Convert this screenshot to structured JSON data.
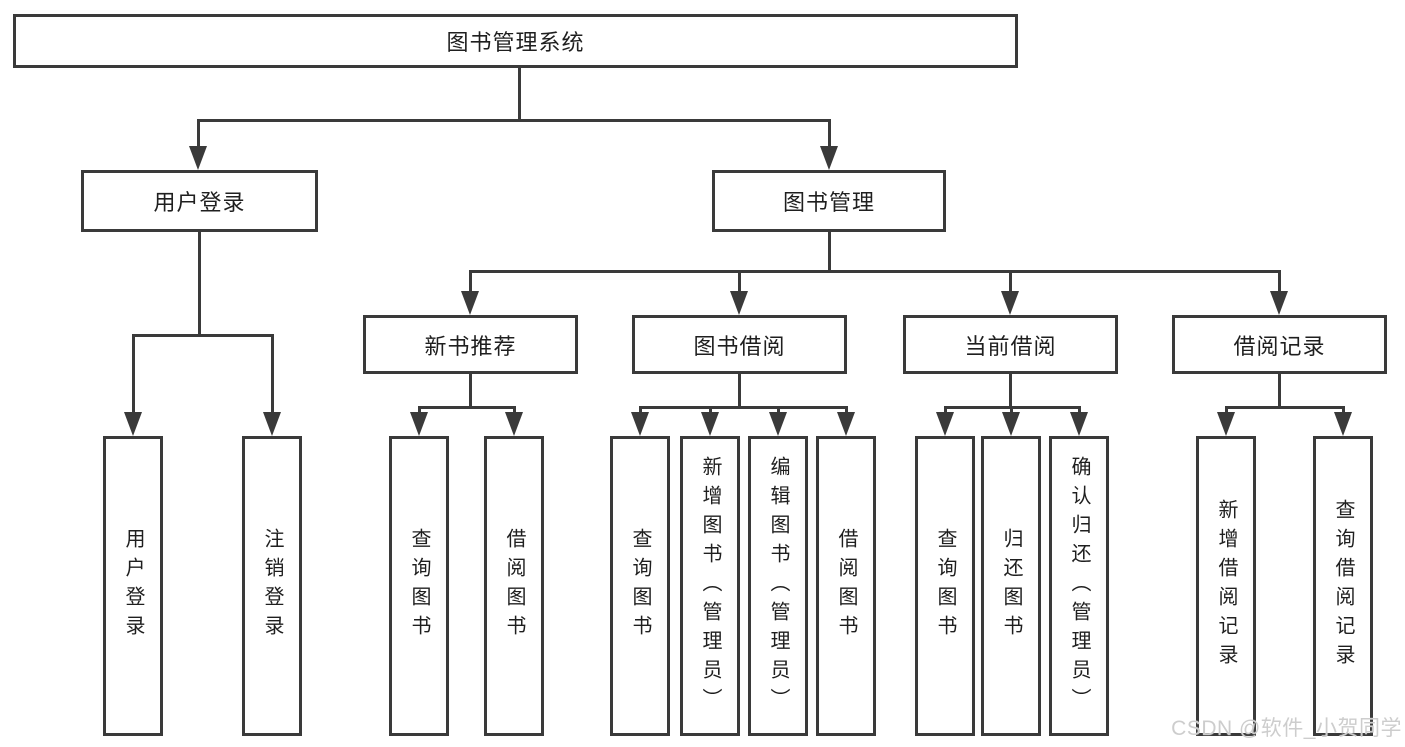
{
  "diagram": {
    "root": {
      "label": "图书管理系统"
    },
    "user_login_branch": {
      "label": "用户登录",
      "children": [
        {
          "label": "用户登录"
        },
        {
          "label": "注销登录"
        }
      ]
    },
    "book_mgmt_branch": {
      "label": "图书管理",
      "groups": [
        {
          "label": "新书推荐",
          "children": [
            {
              "label": "查询图书"
            },
            {
              "label": "借阅图书"
            }
          ]
        },
        {
          "label": "图书借阅",
          "children": [
            {
              "label": "查询图书"
            },
            {
              "label": "新增图书（管理员）"
            },
            {
              "label": "编辑图书（管理员）"
            },
            {
              "label": "借阅图书"
            }
          ]
        },
        {
          "label": "当前借阅",
          "children": [
            {
              "label": "查询图书"
            },
            {
              "label": "归还图书"
            },
            {
              "label": "确认归还（管理员）"
            }
          ]
        },
        {
          "label": "借阅记录",
          "children": [
            {
              "label": "新增借阅记录"
            },
            {
              "label": "查询借阅记录"
            }
          ]
        }
      ]
    }
  },
  "watermark": {
    "text": "CSDN @软件_小贺同学"
  },
  "colors": {
    "line": "#3a3a3a",
    "text": "#1f1f1f",
    "background": "#ffffff",
    "watermark": "#cdcdcd"
  }
}
